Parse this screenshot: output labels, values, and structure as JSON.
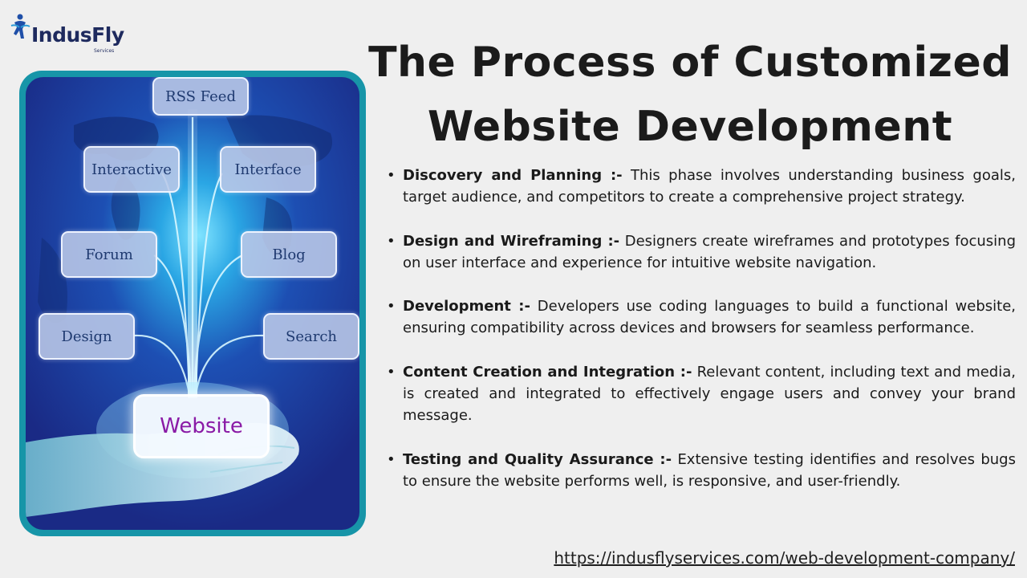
{
  "brand": {
    "name": "IndusFly",
    "sub": "Services"
  },
  "title": {
    "line1": "The Process of Customized",
    "line2": "Website Development"
  },
  "diagram": {
    "center": "Website",
    "nodes": [
      "RSS Feed",
      "Interactive",
      "Interface",
      "Forum",
      "Blog",
      "Design",
      "Search"
    ]
  },
  "items": [
    {
      "head": "Discovery and Planning :-",
      "text": "This phase involves understanding business goals, target audience, and competitors to create a comprehensive project strategy."
    },
    {
      "head": "Design and Wireframing :-",
      "text": "Designers create wireframes and prototypes focusing on user interface and experience for intuitive website navigation."
    },
    {
      "head": "Development :-",
      "text": "Developers use coding languages to build a functional website, ensuring compatibility across devices and browsers for seamless performance."
    },
    {
      "head": "Content Creation and Integration :-",
      "text": "Relevant content, including text and media, is created and integrated to effectively engage users and convey your brand message."
    },
    {
      "head": "Testing and Quality Assurance :-",
      "text": "Extensive testing identifies and resolves bugs to ensure the website performs well, is responsive, and user-friendly."
    }
  ],
  "url": "https://indusflyservices.com/web-development-company/"
}
